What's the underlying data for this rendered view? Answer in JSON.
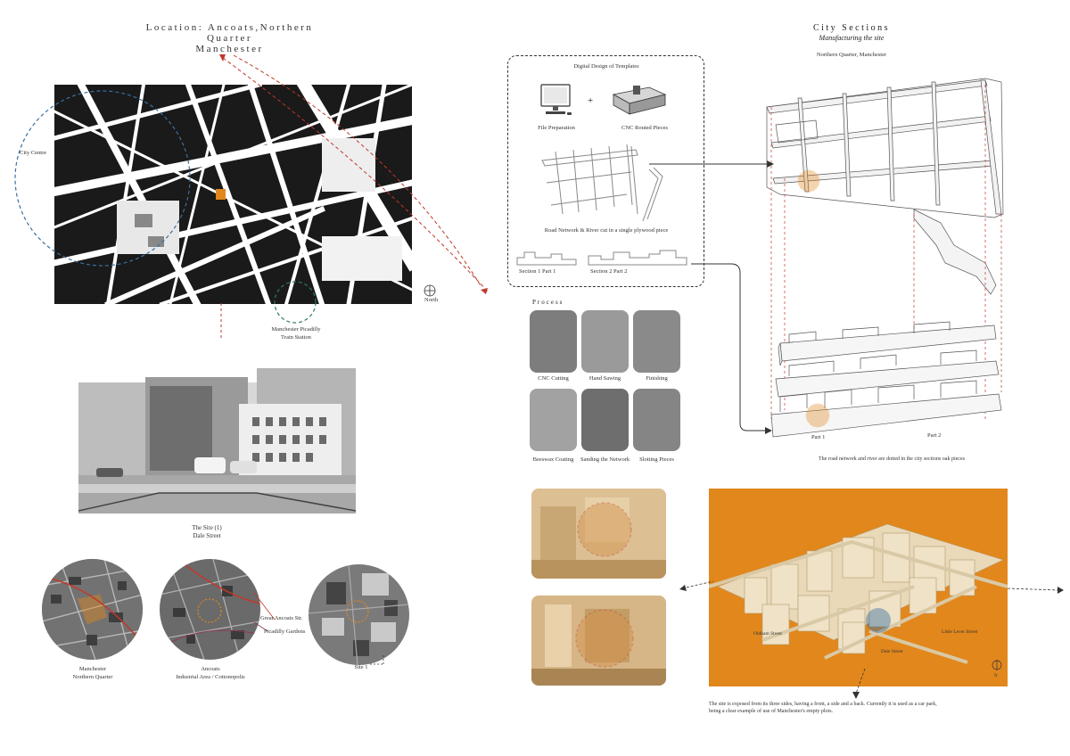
{
  "left": {
    "title_line1": "Location: Ancoats,Northern Quarter",
    "title_line2": "Manchester",
    "map_labels": {
      "city_centre": "City Centre",
      "station_line1": "Manchester Picadilly",
      "station_line2": "Train Station",
      "north": "North"
    },
    "site_photo_caption_line1": "The Site (1)",
    "site_photo_caption_line2": "Dale Street",
    "circles": [
      {
        "caption_line1": "Manchester",
        "caption_line2": "Northern Quarter"
      },
      {
        "caption_line1": "Ancoats",
        "caption_line2": "Industrial Area / Cottonopolis"
      },
      {
        "caption_line1": "Site 1",
        "caption_line2": ""
      }
    ],
    "circle_labels": {
      "great_ancoats": "Great Ancoats Str.",
      "picadilly_gardens": "Picadilly Gardens"
    }
  },
  "templates": {
    "title": "Digital Design of Templates",
    "file_prep": "File Preparation",
    "cnc_pieces": "CNC Routed Pieces",
    "plus": "+",
    "road_network": "Road Network & River cut in a single plywood piece",
    "section1": "Section 1 Part 1",
    "section2": "Section 2 Part 2"
  },
  "process": {
    "title": "Process",
    "steps": [
      "CNC Cutting",
      "Hand Sawing",
      "Finishing",
      "Beeswax Coating",
      "Sanding the Network",
      "Slotting Pieces"
    ]
  },
  "city_sections": {
    "title": "City Sections",
    "subtitle": "Manufacturing the site",
    "place": "Northern Quarter, Manchester",
    "part1": "Part 1",
    "part2": "Part 2",
    "caption": "The road network and river are dotted in the city sections oak pieces"
  },
  "model": {
    "labels": {
      "oldham": "Oldham Street",
      "little_lever": "Little Lever Street",
      "dale": "Dale Street",
      "north": "N"
    },
    "caption_line1": "The site is exposed from its three sides, having a front, a side and a back. Currently it is used as a car park,",
    "caption_line2": "being a clear example of use of Manchester's empty plots.",
    "accent_color": "#e2871c"
  },
  "colors": {
    "orange": "#e2871c",
    "blue_dash": "#3a6fa0",
    "green_dash": "#2f7a5a",
    "red_dash": "#c0392b"
  }
}
